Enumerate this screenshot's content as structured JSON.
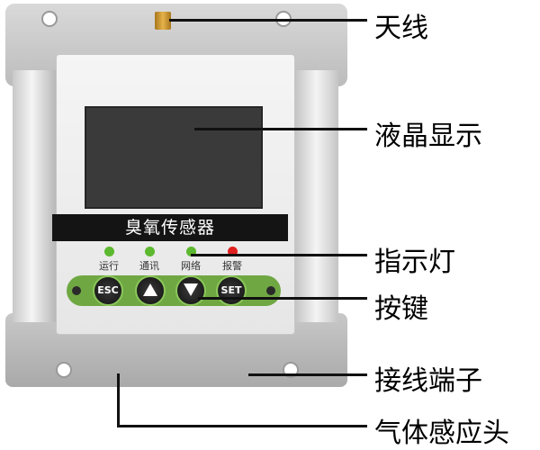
{
  "device": {
    "name_band": "臭氧传感器",
    "indicators": [
      {
        "label": "运行",
        "color": "#5cb82e"
      },
      {
        "label": "通讯",
        "color": "#5cb82e"
      },
      {
        "label": "网络",
        "color": "#5cb82e"
      },
      {
        "label": "报警",
        "color": "#e02020"
      }
    ],
    "keys": [
      {
        "label": "ESC",
        "icon": ""
      },
      {
        "label": "",
        "icon": "up-arrow-icon"
      },
      {
        "label": "",
        "icon": "down-arrow-icon"
      },
      {
        "label": "SET",
        "icon": ""
      }
    ]
  },
  "callouts": [
    {
      "label": "天线"
    },
    {
      "label": "液晶显示"
    },
    {
      "label": "指示灯"
    },
    {
      "label": "按键"
    },
    {
      "label": "接线端子"
    },
    {
      "label": "气体感应头"
    }
  ]
}
